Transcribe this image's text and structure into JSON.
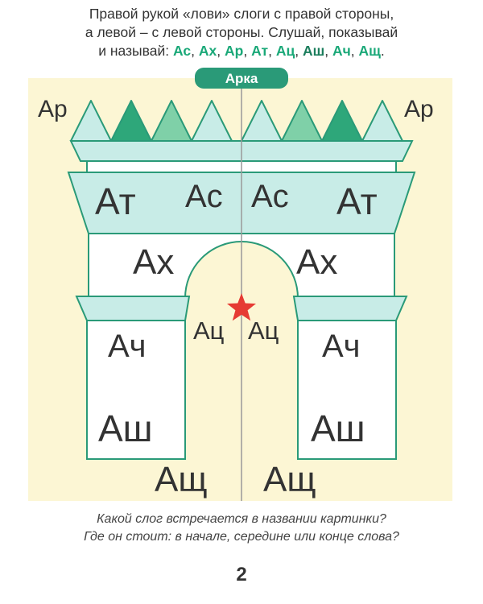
{
  "instruction": {
    "line1": "Правой рукой «лови» слоги с правой стороны,",
    "line2": "а левой – с левой стороны.  Слушай, показывай",
    "line3_prefix": "и называй:",
    "syllables": [
      "Ас",
      "Ах",
      "Ар",
      "Ат",
      "Ац",
      "Аш",
      "Ач",
      "Ащ"
    ],
    "separator": ",",
    "end_period": "."
  },
  "picture": {
    "label": "Арка",
    "left": {
      "top_corner": "Ар",
      "entablature_outer": "Ат",
      "entablature_inner": "Ас",
      "attic": "Ах",
      "arch": "Ац",
      "pillar_upper": "Ач",
      "pillar_lower": "Аш",
      "ground": "Ащ"
    },
    "right": {
      "top_corner": "Ар",
      "entablature_outer": "Ат",
      "entablature_inner": "Ас",
      "attic": "Ах",
      "arch": "Ац",
      "pillar_upper": "Ач",
      "pillar_lower": "Аш",
      "ground": "Ащ"
    },
    "colors": {
      "background": "#fcf6d4",
      "building": "#ffffff",
      "light_teal": "#c8ece7",
      "medium_green": "#7fd0a8",
      "dark_green": "#2ea77a",
      "outline": "#2a9a78",
      "label_bg": "#2a9a78",
      "star": "#e63a33",
      "text": "#333333"
    }
  },
  "question": {
    "line1": "Какой слог встречается в названии картинки?",
    "line2": "Где он стоит: в начале, середине или конце слова?"
  },
  "page_number": "2"
}
